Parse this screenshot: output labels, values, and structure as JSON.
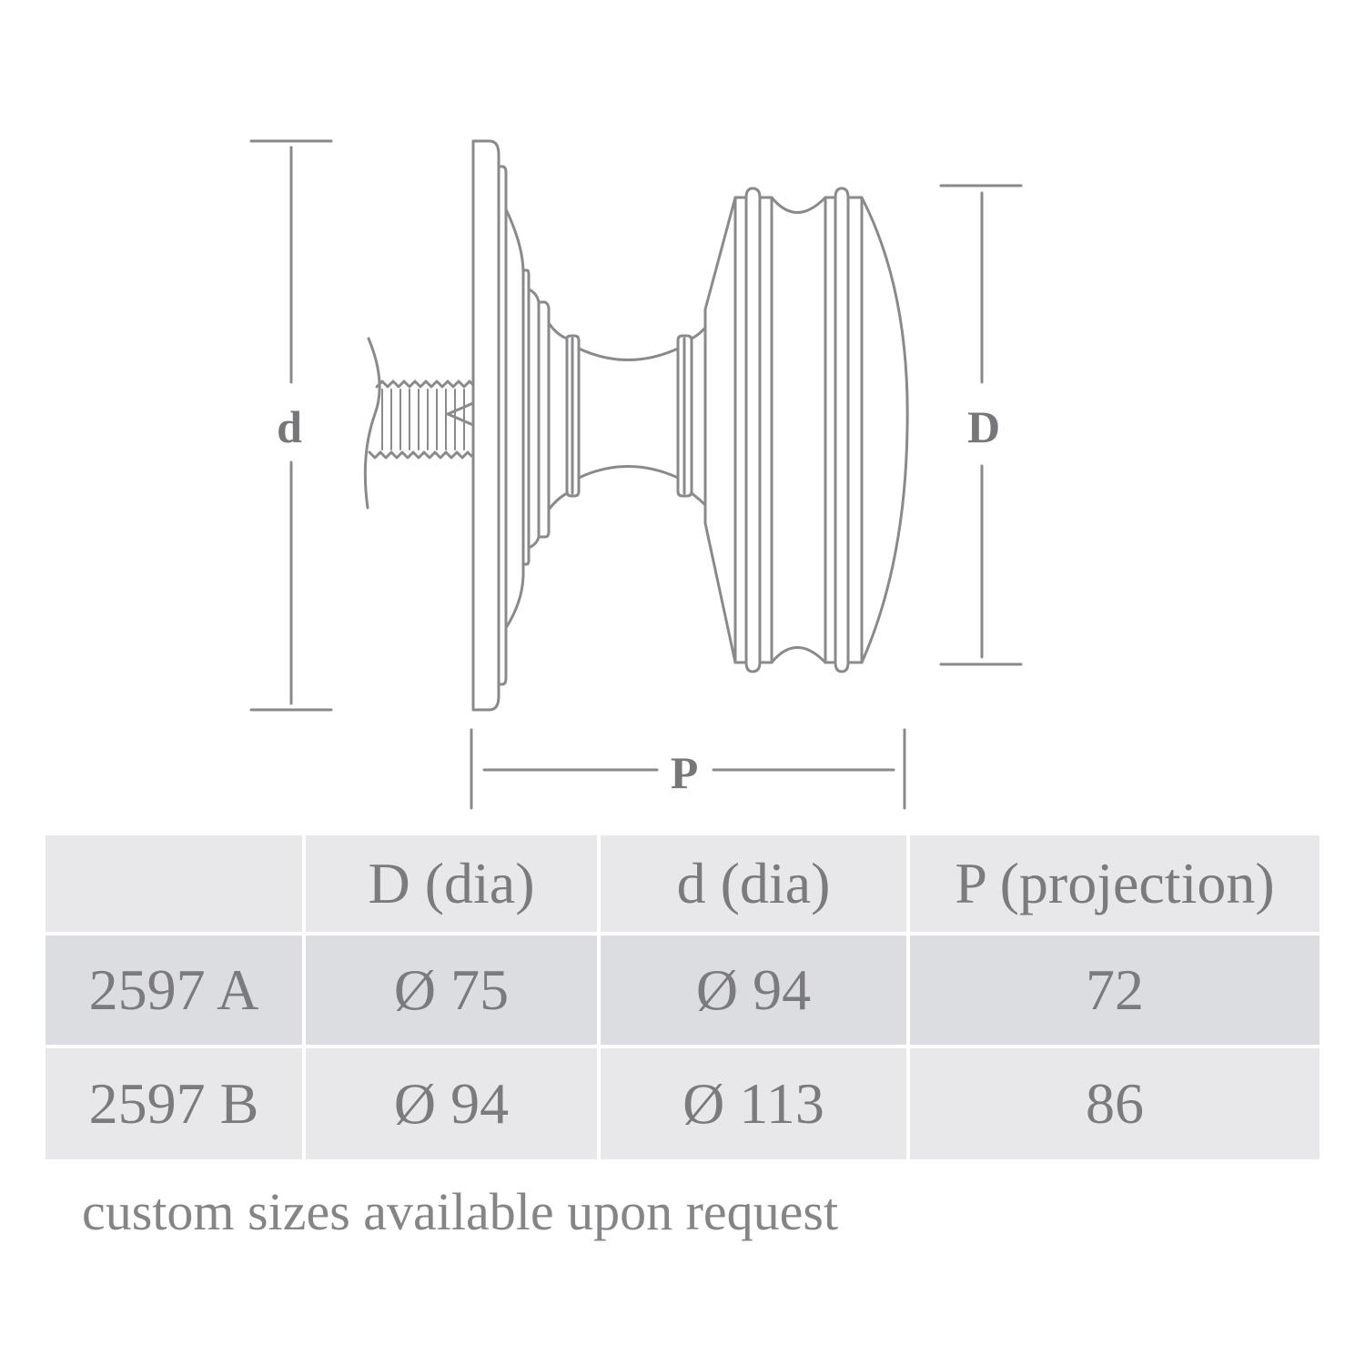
{
  "diagram": {
    "labels": {
      "d": "d",
      "D": "D",
      "P": "P"
    },
    "line_color": "#8a8a8d"
  },
  "table": {
    "headers": [
      "",
      "D (dia)",
      "d (dia)",
      "P (projection)"
    ],
    "rows": [
      [
        "2597 A",
        "Ø 75",
        "Ø 94",
        "72"
      ],
      [
        "2597 B",
        "Ø 94",
        "Ø 113",
        "86"
      ]
    ],
    "colors": {
      "header_bg": "#e8e8ea",
      "row_alt_bg": "#dcdde0",
      "text": "#7b7b7d"
    }
  },
  "footer": "custom sizes available upon request"
}
